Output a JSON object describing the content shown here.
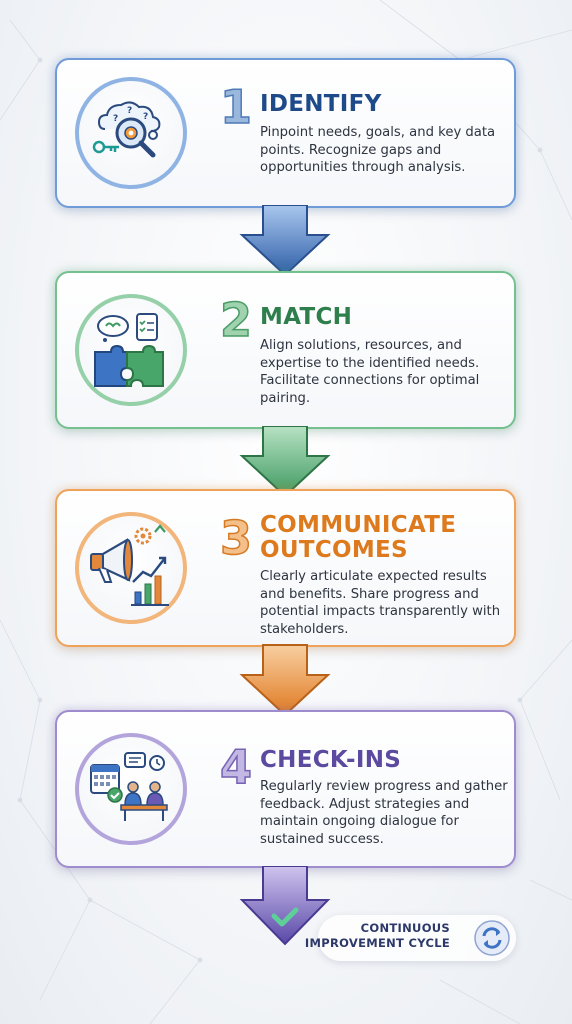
{
  "steps": [
    {
      "number": "1",
      "title": "IDENTIFY",
      "description": "Pinpoint needs, goals, and key data points. Recognize gaps and opportunities through analysis.",
      "icon": "cloud-magnifier-gear-key-icon",
      "color": "#1f4a8a"
    },
    {
      "number": "2",
      "title": "MATCH",
      "description": "Align solutions, resources, and expertise to the identified needs. Facilitate connections for optimal pairing.",
      "icon": "puzzle-brain-checklist-icon",
      "color": "#2f7f4c"
    },
    {
      "number": "3",
      "title_line1": "COMMUNICATE",
      "title_line2": "OUTCOMES",
      "description": "Clearly articulate expected results and benefits. Share progress and potential impacts transparently with stakeholders.",
      "icon": "megaphone-growth-chart-icon",
      "color": "#dd7a1e"
    },
    {
      "number": "4",
      "title": "CHECK-INS",
      "description": "Regularly review progress and gather feedback. Adjust strategies and maintain ongoing dialogue for sustained success.",
      "icon": "calendar-meeting-timer-icon",
      "color": "#5c4aa0"
    }
  ],
  "footer": {
    "line1": "CONTINUOUS",
    "line2": "IMPROVEMENT CYCLE",
    "icon": "refresh-cycle-icon"
  }
}
